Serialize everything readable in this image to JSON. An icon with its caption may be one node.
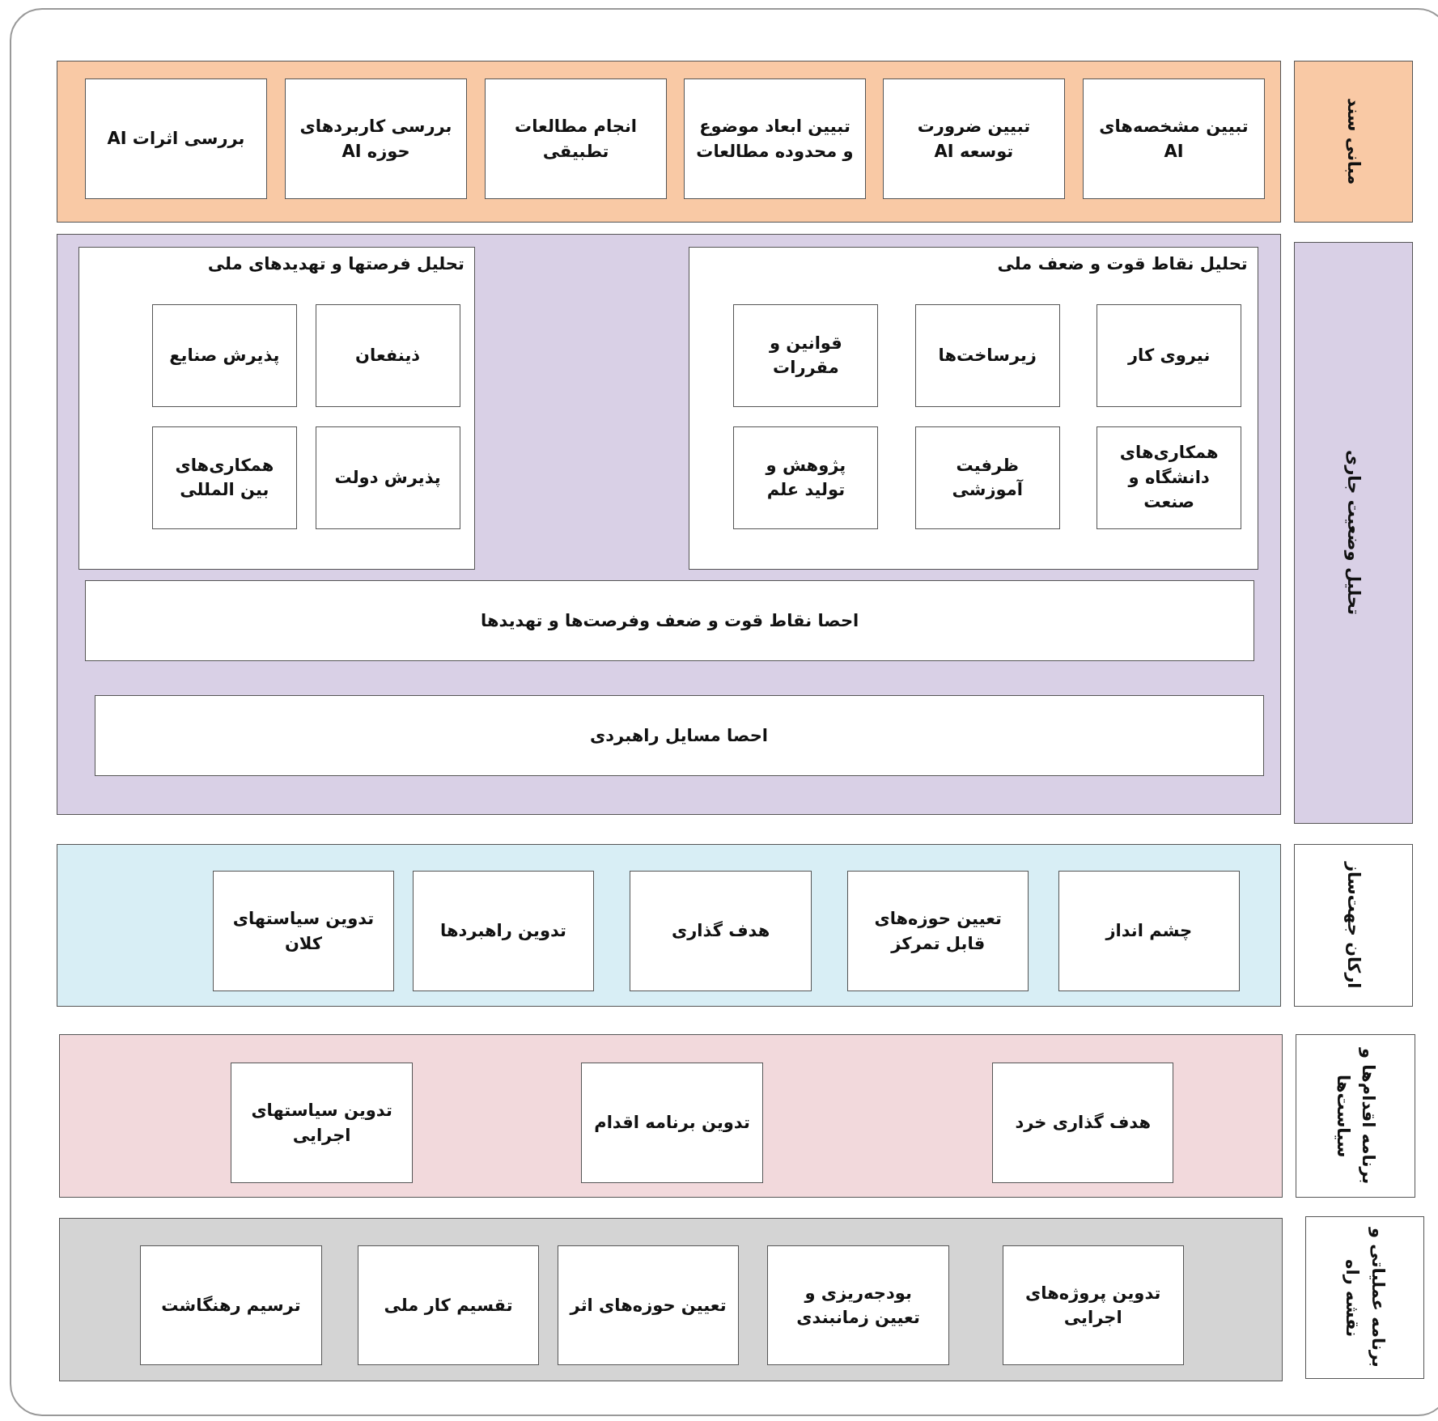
{
  "diagram": {
    "nodes": [
      {
        "text": [
          "مبانی سند"
        ]
      },
      {
        "text": [],
        "shape": "box"
      },
      {
        "text": [
          "تبیین مشخصه‌های AI"
        ],
        "in": 1
      },
      {
        "text": [
          "تبیین ضرورت توسعه AI"
        ],
        "in": 1
      },
      {
        "text": [
          "تبیین ابعاد موضوع و محدوده مطالعات"
        ],
        "in": 1
      },
      {
        "text": [
          "انجام مطالعات تطبیقی"
        ],
        "in": 1
      },
      {
        "text": [
          "بررسی کاربردهای حوزه AI"
        ],
        "in": 1
      },
      {
        "text": [
          "بررسی اثرات AI"
        ],
        "in": 1
      },
      {
        "text": [
          "تحلیل وضعیت جاری"
        ]
      },
      {
        "text": [],
        "shape": "box"
      },
      {
        "text": [
          "تحلیل نقاط قوت و ضعف ملی"
        ],
        "in": 9
      },
      {
        "text": [
          "نیروی کار"
        ],
        "in": 10
      },
      {
        "text": [
          "زیرساخت‌ها"
        ],
        "in": 10
      },
      {
        "text": [
          "قوانین و مقررات"
        ],
        "in": 10
      },
      {
        "text": [
          "همکاری‌های دانشگاه و صنعت"
        ],
        "in": 10
      },
      {
        "text": [
          "ظرفیت آموزشی"
        ],
        "in": 10
      },
      {
        "text": [
          "پژوهش و تولید علم"
        ],
        "in": 10
      },
      {
        "text": [
          "تحلیل فرصتها و تهدیدهای ملی"
        ],
        "in": 9
      },
      {
        "text": [
          "ذینفعان"
        ],
        "in": 17
      },
      {
        "text": [
          "پذیرش صنایع"
        ],
        "in": 17
      },
      {
        "text": [
          "پذیرش دولت"
        ],
        "in": 17
      },
      {
        "text": [
          "همکاری‌های بین المللی"
        ],
        "in": 17
      },
      {
        "text": [
          "احصا نقاط قوت و ضعف وفرصت‌ها و تهدیدها"
        ],
        "in": 9
      },
      {
        "text": [
          "احصا مسایل راهبردی"
        ],
        "in": 9
      },
      {
        "text": [
          "ارکان جهت‌ساز"
        ]
      },
      {
        "text": [],
        "shape": "box"
      },
      {
        "text": [
          "چشم انداز"
        ],
        "in": 25
      },
      {
        "text": [
          "تعیین حوزه‌های قابل تمرکز"
        ],
        "in": 25
      },
      {
        "text": [
          "هدف گذاری"
        ],
        "in": 25
      },
      {
        "text": [
          "تدوین راهبردها"
        ],
        "in": 25
      },
      {
        "text": [
          "تدوین سیاستهای کلان"
        ],
        "in": 25
      },
      {
        "text": [
          "برنامه اقدام‌ها و سیاست‌ها"
        ]
      },
      {
        "text": [],
        "shape": "box"
      },
      {
        "text": [
          "هدف گذاری خرد"
        ],
        "in": 32
      },
      {
        "text": [
          "تدوین برنامه اقدام"
        ],
        "in": 32
      },
      {
        "text": [
          "تدوین سیاستهای اجرایی"
        ],
        "in": 32
      },
      {
        "text": [
          "برنامه عملیاتی و نقشه راه"
        ]
      },
      {
        "text": [],
        "shape": "box"
      },
      {
        "text": [
          "تدوین پروژه‌های اجرایی"
        ],
        "in": 37
      },
      {
        "text": [
          "بودجه‌ریزی و تعیین زمانبندی"
        ],
        "in": 37
      },
      {
        "text": [
          "تعیین حوزه‌های اثر"
        ],
        "in": 37
      },
      {
        "text": [
          "تقسیم کار ملی"
        ],
        "in": 37
      },
      {
        "text": [
          "ترسیم رهنگاشت"
        ],
        "in": 37
      }
    ]
  }
}
